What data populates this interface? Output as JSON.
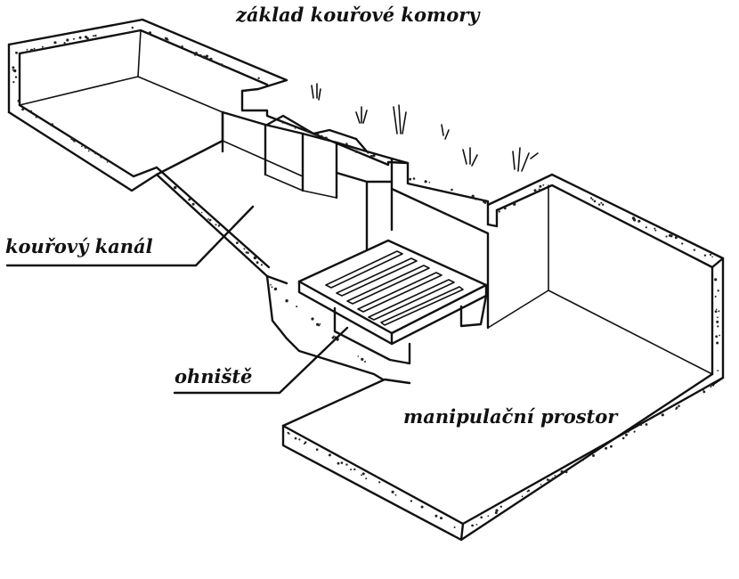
{
  "labels": {
    "top": "základ kouřové komory",
    "channel": "kouřový kanál",
    "firebox": "ohniště",
    "workspace": "manipulační prostor"
  }
}
